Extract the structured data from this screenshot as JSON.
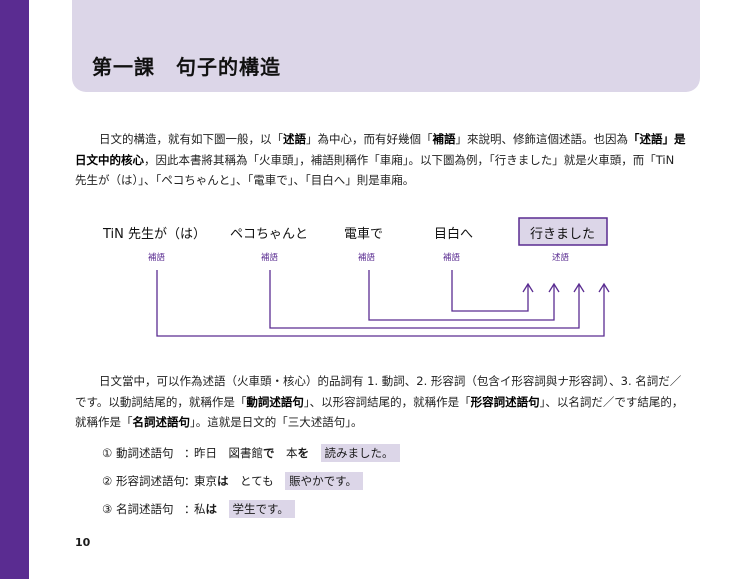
{
  "title": "第一課　句子的構造",
  "paragraph1": {
    "s1": "日文的構造，就有如下圖一般，以「",
    "b1": "述語",
    "s2": "」為中心，而有好幾個「",
    "b2": "補語",
    "s3": "」來說明、修飾這個述語。也因為",
    "b3": "「述語」是日文中的核心",
    "s4": "，因此本書將其稱為「火車頭」，補語則稱作「車廂」。以下圖為例，「行きました」就是火車頭，而「TiN 先生が（は）」、「ペコちゃんと」、「電車で」、「目白へ」則是車廂。"
  },
  "diagram": {
    "words": [
      "TiN 先生が（は）",
      "ペコちゃんと",
      "電車で",
      "目白へ",
      "行きました"
    ],
    "labels": [
      "補語",
      "補語",
      "補語",
      "補語",
      "述語"
    ],
    "accent": "#5a2c91",
    "highlight": "#dcd6e8"
  },
  "paragraph2": {
    "s1": "日文當中，可以作為述語（火車頭・核心）的品詞有 1. 動詞、2. 形容詞（包含イ形容詞與ナ形容詞）、3. 名詞だ／です。以動詞結尾的，就稱作是「",
    "b1": "動詞述語句",
    "s2": "」、以形容詞結尾的，就稱作是「",
    "b2": "形容詞述語句",
    "s3": "」、以名詞だ／です結尾的，就稱作是「",
    "b3": "名詞述語句",
    "s4": "」。這就是日文的「三大述語句」。"
  },
  "examples": [
    {
      "label": "① 動詞述語句",
      "colon": "：",
      "w1": "昨日　図書館",
      "p1": "で",
      "w2": "本",
      "p2": "を",
      "pred": "読みました。"
    },
    {
      "label": "② 形容詞述語句",
      "colon": "：",
      "w1": "東京",
      "p1": "は",
      "w2": "とても",
      "p2": "",
      "pred": "賑やかです。"
    },
    {
      "label": "③ 名詞述語句",
      "colon": "：",
      "w1": "私",
      "p1": "は",
      "w2": "",
      "p2": "",
      "pred": "学生です。"
    }
  ],
  "page_number": "10",
  "colors": {
    "spine": "#5a2c91",
    "panel": "#dcd6e8"
  }
}
